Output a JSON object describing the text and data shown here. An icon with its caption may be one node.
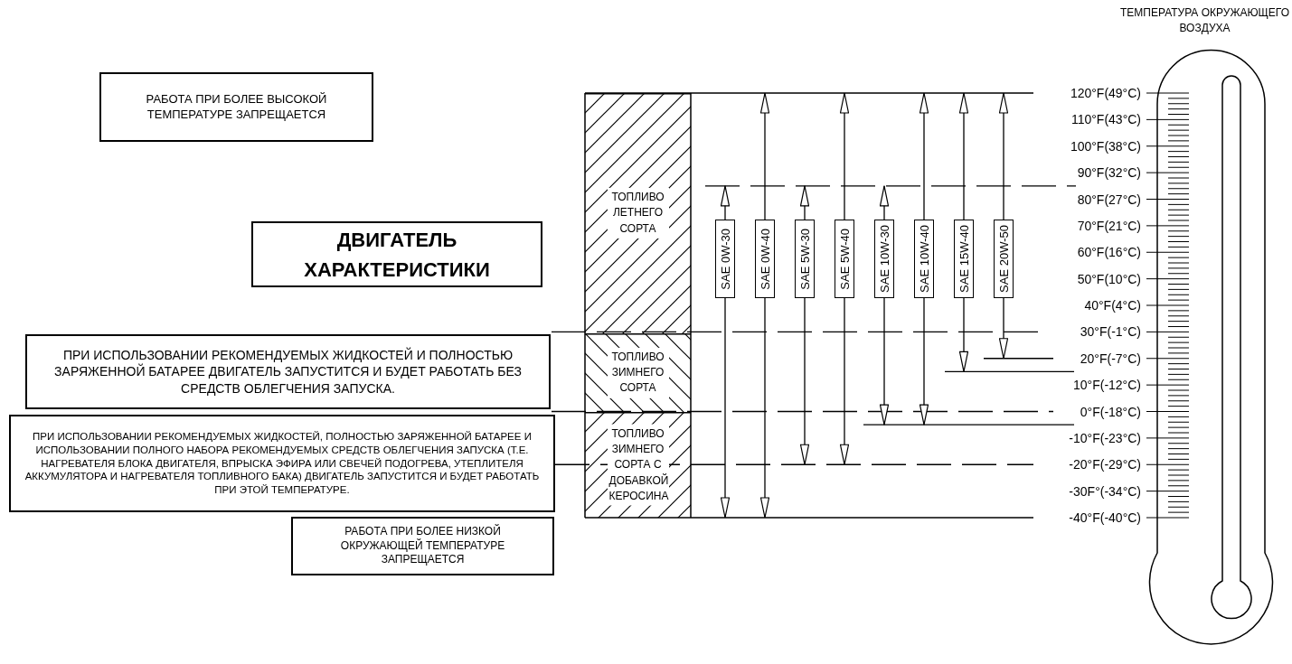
{
  "diagram": {
    "nodes": [
      {
        "text": [
          "РАБОТА ПРИ БОЛЕЕ ВЫСОКОЙ ТЕМПЕРАТУРЕ ЗАПРЕЩАЕТСЯ"
        ]
      },
      {
        "text": [
          "ДВИГАТЕЛЬ ХАРАКТЕРИСТИКИ"
        ]
      },
      {
        "text": [
          "ПРИ ИСПОЛЬЗОВАНИИ РЕКОМЕНДУЕМЫХ ЖИДКОСТЕЙ И ПОЛНОСТЬЮ ЗАРЯЖЕННОЙ БАТАРЕЕ ДВИГАТЕЛЬ ЗАПУСТИТСЯ И БУДЕТ РАБОТАТЬ БЕЗ СРЕДСТВ ОБЛЕГЧЕНИЯ ЗАПУСКА."
        ]
      },
      {
        "text": [
          "ПРИ ИСПОЛЬЗОВАНИИ РЕКОМЕНДУЕМЫХ ЖИДКОСТЕЙ, ПОЛНОСТЬЮ ЗАРЯЖЕННОЙ БАТАРЕЕ И ИСПОЛЬЗОВАНИИ ПОЛНОГО НАБОРА РЕКОМЕНДУЕМЫХ СРЕДСТВ ОБЛЕГЧЕНИЯ ЗАПУСКА (Т.Е. НАГРЕВАТЕЛЯ БЛОКА ДВИГАТЕЛЯ, ВПРЫСКА ЭФИРА ИЛИ СВЕЧЕЙ ПОДОГРЕВА, УТЕПЛИТЕЛЯ АККУМУЛЯТОРА И НАГРЕВАТЕЛЯ ТОПЛИВНОГО БАКА) ДВИГАТЕЛЬ ЗАПУСТИТСЯ И БУДЕТ РАБОТАТЬ ПРИ ЭТОЙ ТЕМПЕРАТУРЕ."
        ]
      },
      {
        "text": [
          "РАБОТА ПРИ БОЛЕЕ НИЗКОЙ ОКРУЖАЮЩЕЙ ТЕМПЕРАТУРЕ ЗАПРЕЩАЕТСЯ"
        ]
      },
      {
        "text": [
          "ТОПЛИВО ЛЕТНЕГО СОРТА"
        ]
      },
      {
        "text": [
          "ТОПЛИВО ЗИМНЕГО СОРТА"
        ]
      },
      {
        "text": [
          "ТОПЛИВО ЗИМНЕГО СОРТА С ДОБАВКОЙ КЕРОСИНА"
        ]
      },
      {
        "text": [
          "SAE 0W-30"
        ]
      },
      {
        "text": [
          "SAE 0W-40"
        ]
      },
      {
        "text": [
          "SAE 5W-30"
        ]
      },
      {
        "text": [
          "SAE 5W-40"
        ]
      },
      {
        "text": [
          "SAE 10W-30"
        ]
      },
      {
        "text": [
          "SAE 10W-40"
        ]
      },
      {
        "text": [
          "SAE 15W-40"
        ]
      },
      {
        "text": [
          "SAE 20W-50"
        ]
      },
      {
        "text": [
          "ТЕМПЕРАТУРА ОКРУЖАЮЩЕГО ВОЗДУХА"
        ]
      }
    ],
    "edges": [
      {
        "from": 8,
        "to": null,
        "arrow": "to"
      },
      {
        "from": 8,
        "to": null,
        "arrow": "to"
      },
      {
        "from": 9,
        "to": null,
        "arrow": "to"
      },
      {
        "from": 9,
        "to": null,
        "arrow": "to"
      },
      {
        "from": 10,
        "to": null,
        "arrow": "to"
      },
      {
        "from": 10,
        "to": null,
        "arrow": "to"
      },
      {
        "from": 11,
        "to": null,
        "arrow": "to"
      },
      {
        "from": 11,
        "to": null,
        "arrow": "to"
      },
      {
        "from": 12,
        "to": null,
        "arrow": "to"
      },
      {
        "from": 12,
        "to": null,
        "arrow": "to"
      },
      {
        "from": 13,
        "to": null,
        "arrow": "to"
      },
      {
        "from": 13,
        "to": null,
        "arrow": "to"
      },
      {
        "from": 14,
        "to": null,
        "arrow": "to"
      },
      {
        "from": 14,
        "to": null,
        "arrow": "to"
      },
      {
        "from": 15,
        "to": null,
        "arrow": "to"
      },
      {
        "from": 15,
        "to": null,
        "arrow": "to"
      }
    ],
    "labels": [
      "120°F(49°C)",
      "110°F(43°C)",
      "100°F(38°C)",
      "90°F(32°C)",
      "80°F(27°C)",
      "70°F(21°C)",
      "60°F(16°C)",
      "50°F(10°C)",
      "40°F(4°C)",
      "30°F(-1°C)",
      "20°F(-7°C)",
      "10°F(-12°C)",
      "0°F(-18°C)",
      "-10°F(-23°C)",
      "-20°F(-29°C)",
      "-30F°(-34°C)",
      "-40°F(-40°C)"
    ]
  }
}
